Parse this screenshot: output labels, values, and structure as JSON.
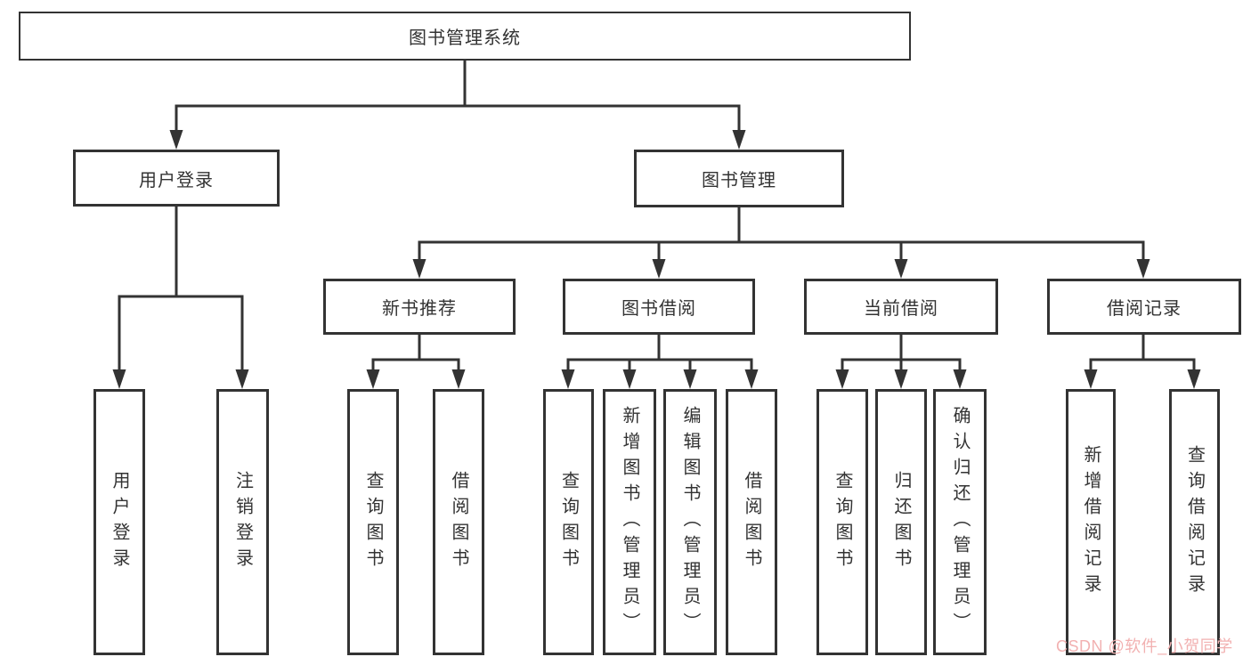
{
  "colors": {
    "line": "#333333",
    "text": "#333333",
    "box_fill": "#ffffff",
    "watermark": "#f2b1b1",
    "background": "#ffffff"
  },
  "tree": {
    "root": {
      "label": "图书管理系统"
    },
    "login": {
      "label": "用户登录",
      "children": [
        {
          "label": "用户登录"
        },
        {
          "label": "注销登录"
        }
      ]
    },
    "mgmt": {
      "label": "图书管理",
      "sections": [
        {
          "label": "新书推荐",
          "children": [
            {
              "label": "查询图书"
            },
            {
              "label": "借阅图书"
            }
          ]
        },
        {
          "label": "图书借阅",
          "children": [
            {
              "label": "查询图书"
            },
            {
              "label": "新增图书（管理员）"
            },
            {
              "label": "编辑图书（管理员）"
            },
            {
              "label": "借阅图书"
            }
          ]
        },
        {
          "label": "当前借阅",
          "children": [
            {
              "label": "查询图书"
            },
            {
              "label": "归还图书"
            },
            {
              "label": "确认归还（管理员）"
            }
          ]
        },
        {
          "label": "借阅记录",
          "children": [
            {
              "label": "新增借阅记录"
            },
            {
              "label": "查询借阅记录"
            }
          ]
        }
      ]
    }
  },
  "watermark": {
    "text": "CSDN @软件_小贺同学"
  }
}
